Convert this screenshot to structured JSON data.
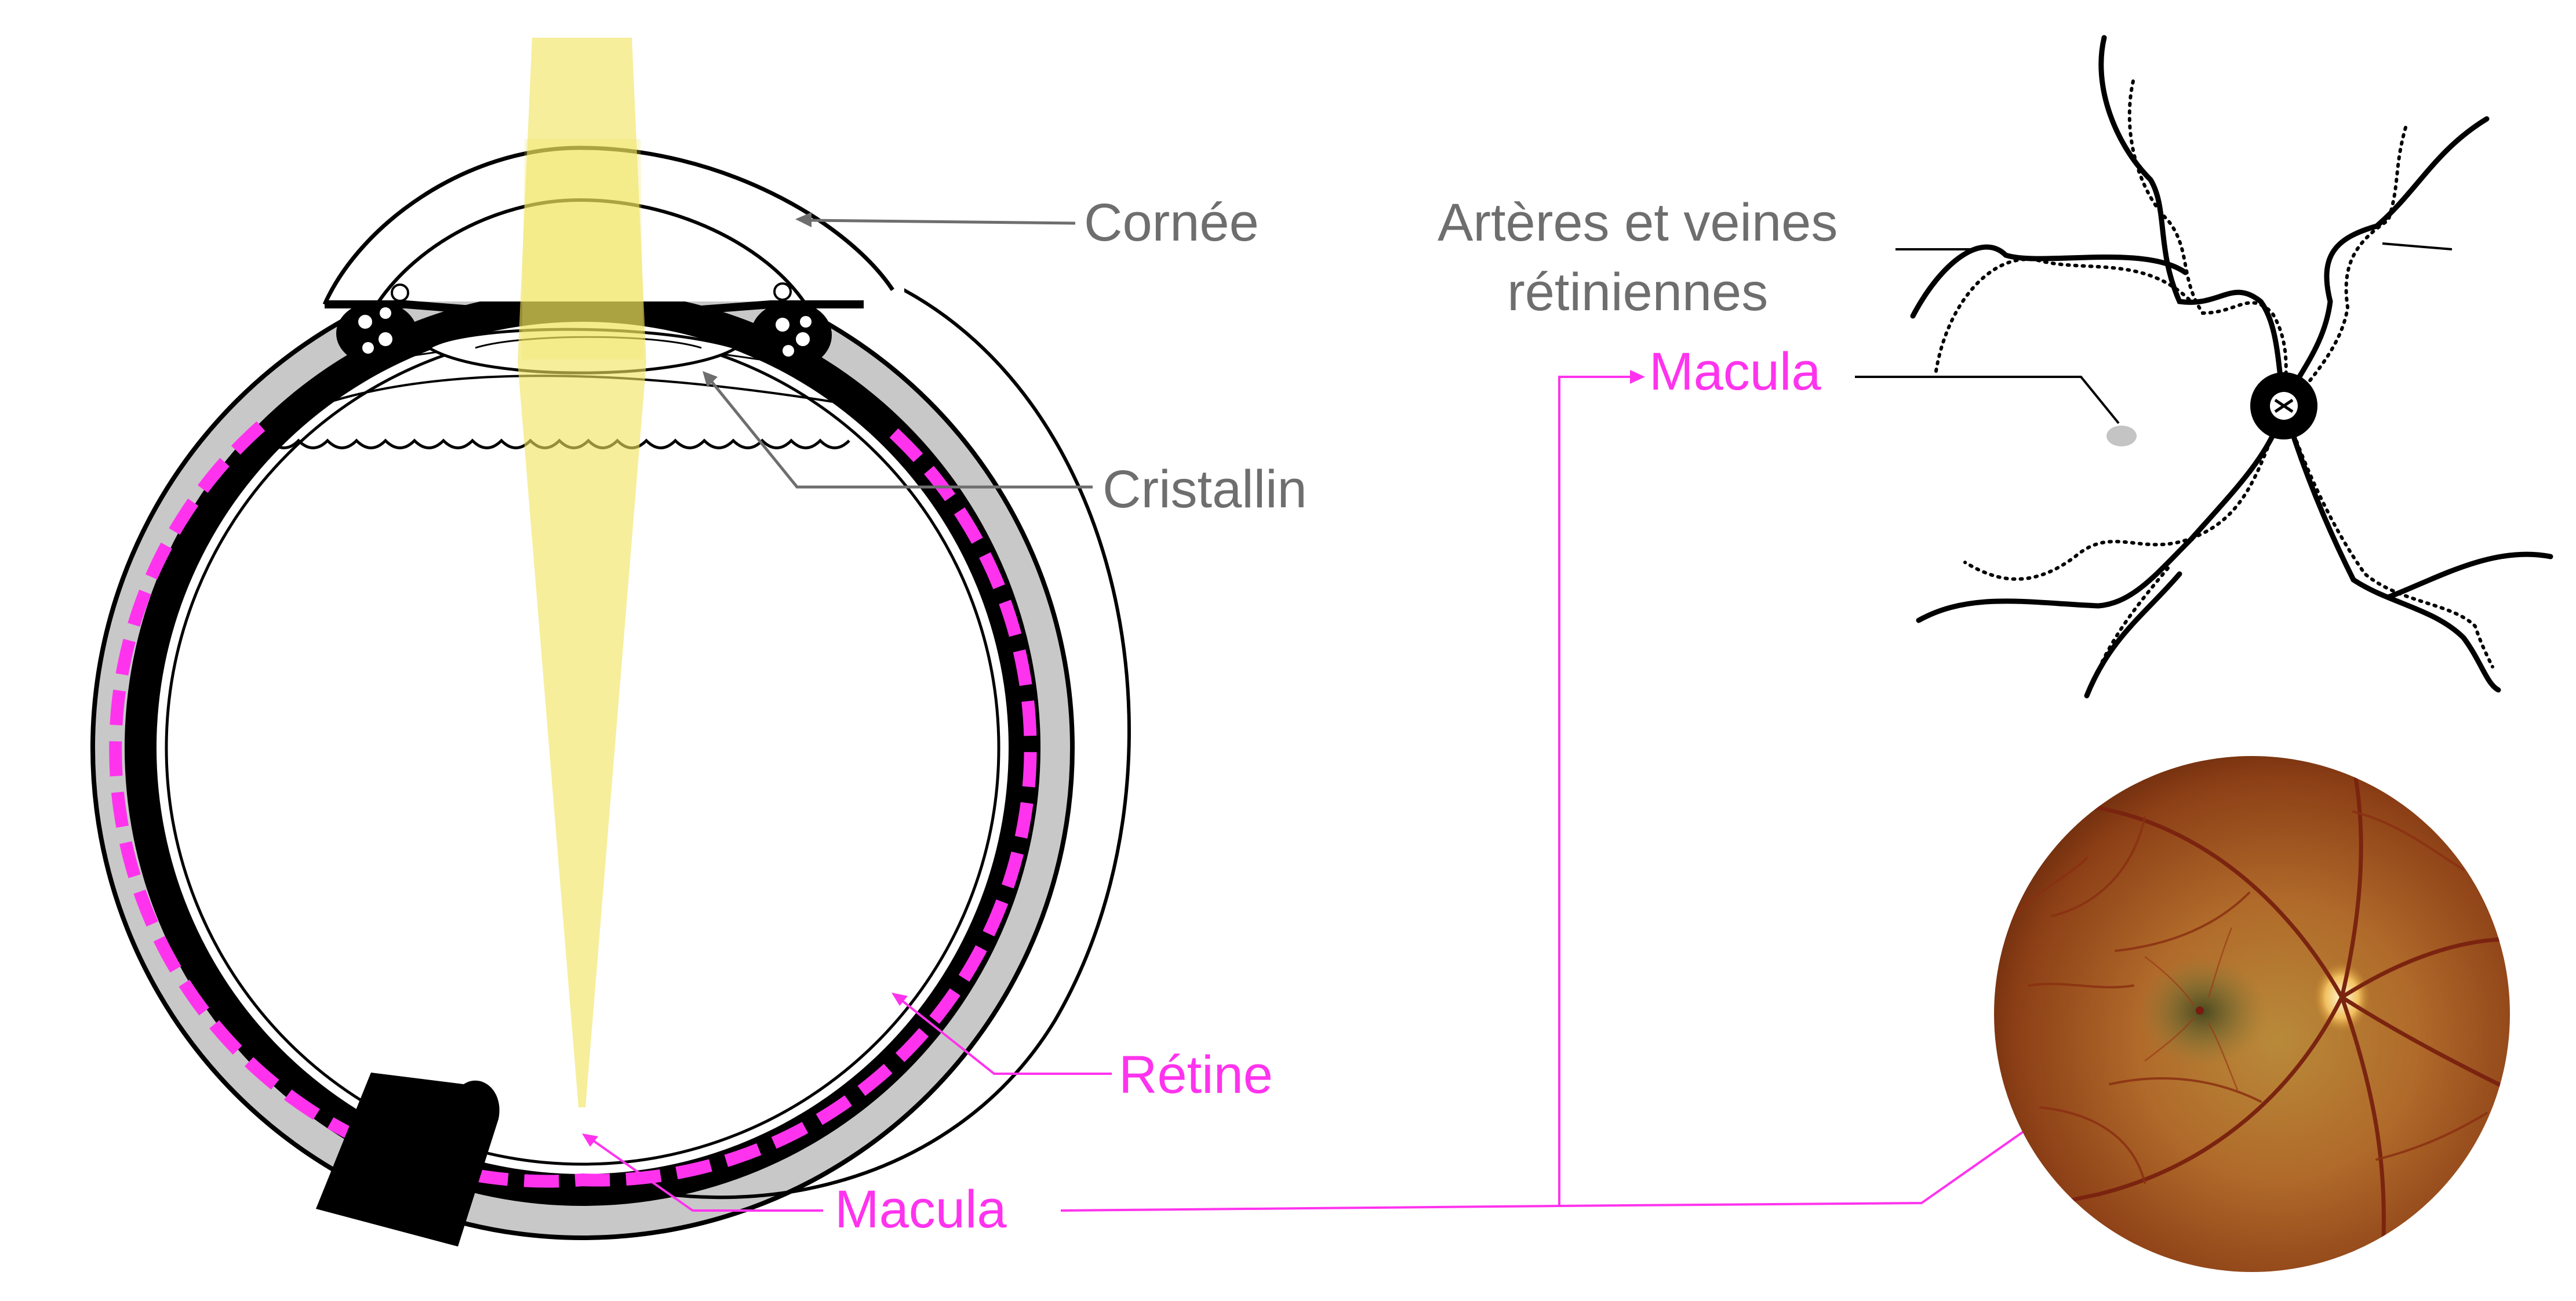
{
  "labels": {
    "cornea": "Cornée",
    "lens": "Cristallin",
    "retina": "Rétine",
    "macula_bottom": "Macula",
    "macula_top": "Macula",
    "vessels_line1": "Artères et veines",
    "vessels_line2": "rétiniennes"
  },
  "colors": {
    "label_gray": "#6e6e6e",
    "retina_magenta": "#ff33ee",
    "light_beam_yellow": "#f0e35c",
    "sclera_gray": "#c8c8c8",
    "choroid_black": "#000000",
    "fundus_orange": "#b35a22"
  }
}
